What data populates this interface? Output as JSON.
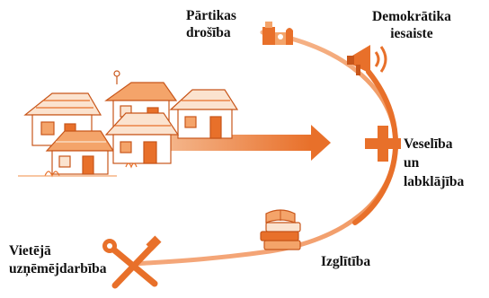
{
  "colors": {
    "accent": "#E8702A",
    "accent_light": "#F4A46A",
    "accent_pale": "#FBE3CF",
    "accent_dark": "#C8561A",
    "text": "#111111",
    "background": "#FFFFFF"
  },
  "labels": {
    "food_security": [
      "Pārtikas",
      "drošība"
    ],
    "democratic_engagement": [
      "Demokrātika",
      "iesaiste"
    ],
    "health_wellbeing": [
      "Veselība",
      "un",
      "labklājība"
    ],
    "education": [
      "Izglītība"
    ],
    "local_entrepreneurship": [
      "Vietējā",
      "uzņēmējdarbība"
    ]
  },
  "icons": {
    "food_security": "grocery-icon",
    "democratic_engagement": "megaphone-icon",
    "health_wellbeing": "health-cross-icon",
    "education": "books-icon",
    "local_entrepreneurship": "tools-icon",
    "village": "village-houses-icon",
    "direction": "arrow-right-icon"
  }
}
